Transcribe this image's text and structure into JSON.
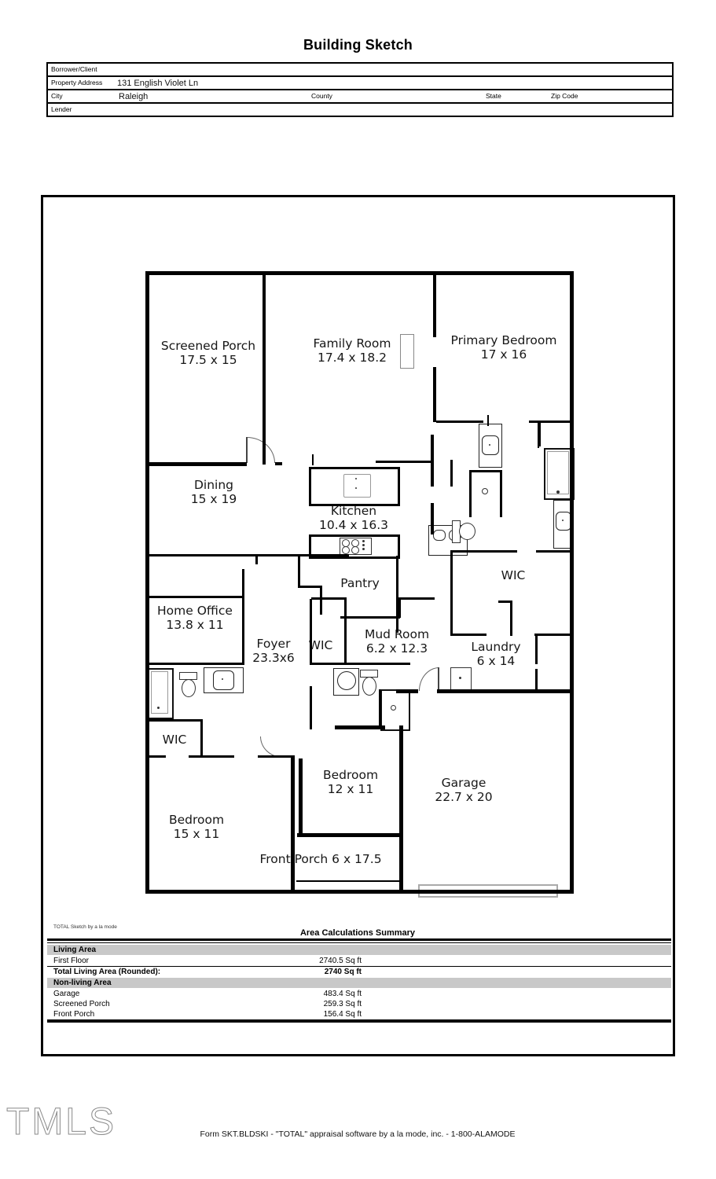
{
  "title": "Building Sketch",
  "header": {
    "borrower_label": "Borrower/Client",
    "property_address_label": "Property Address",
    "property_address": "131 English Violet Ln",
    "city_label": "City",
    "city": "Raleigh",
    "county_label": "County",
    "state_label": "State",
    "zip_label": "Zip Code",
    "lender_label": "Lender"
  },
  "colors": {
    "walls": "#000000",
    "table_band": "#c8c8c8"
  },
  "floorplan": {
    "rooms": [
      {
        "name": "Screened Porch",
        "dims": "17.5 x 15"
      },
      {
        "name": "Family Room",
        "dims": "17.4 x 18.2"
      },
      {
        "name": "Primary Bedroom",
        "dims": "17 x 16"
      },
      {
        "name": "Dining",
        "dims": "15 x 19"
      },
      {
        "name": "Kitchen",
        "dims": "10.4 x 16.3"
      },
      {
        "name": "Pantry",
        "dims": ""
      },
      {
        "name": "WIC",
        "dims": ""
      },
      {
        "name": "Home Office",
        "dims": "13.8 x 11"
      },
      {
        "name": "Foyer",
        "dims": "23.3x6"
      },
      {
        "name": "WIC",
        "dims": ""
      },
      {
        "name": "Mud Room",
        "dims": "6.2 x 12.3"
      },
      {
        "name": "Laundry",
        "dims": "6 x 14"
      },
      {
        "name": "WIC",
        "dims": ""
      },
      {
        "name": "Bedroom",
        "dims": "12 x 11"
      },
      {
        "name": "Bedroom",
        "dims": "15 x 11"
      },
      {
        "name": "Garage",
        "dims": "22.7 x 20"
      },
      {
        "name": "Front Porch 6 x 17.5",
        "dims": ""
      }
    ]
  },
  "summary": {
    "credit": "TOTAL Sketch by a la mode",
    "title": "Area Calculations Summary",
    "living_header": "Living Area",
    "living_rows": [
      {
        "label": "First Floor",
        "value": "2740.5 Sq ft"
      },
      {
        "label": "Total Living Area (Rounded):",
        "value": "2740 Sq ft"
      }
    ],
    "nonliving_header": "Non-living Area",
    "nonliving_rows": [
      {
        "label": "Garage",
        "value": "483.4 Sq ft"
      },
      {
        "label": "Screened Porch",
        "value": "259.3 Sq ft"
      },
      {
        "label": "Front Porch",
        "value": "156.4 Sq ft"
      }
    ]
  },
  "footer": {
    "logo": "TMLS",
    "form_line": "Form SKT.BLDSKI - \"TOTAL\" appraisal software by a la mode, inc. - 1-800-ALAMODE"
  }
}
